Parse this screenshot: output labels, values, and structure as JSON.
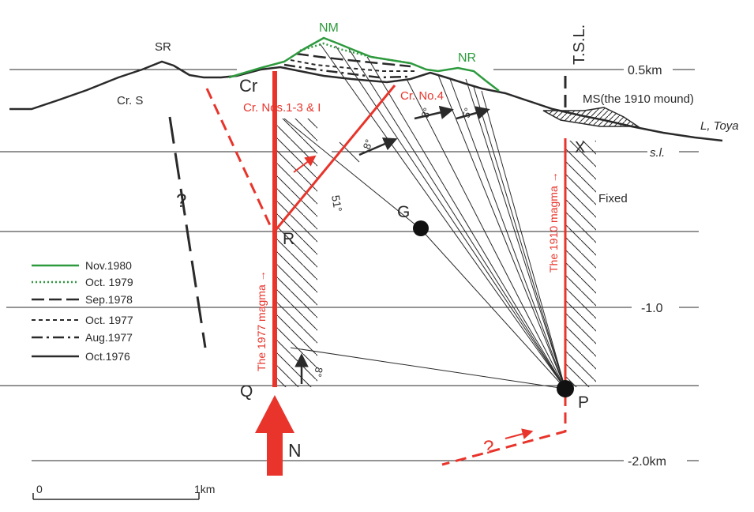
{
  "colors": {
    "ink": "#2a2a2a",
    "red": "#e8342b",
    "green": "#2e9a3e"
  },
  "labels": {
    "sr": "SR",
    "nm": "NM",
    "nr": "NR",
    "tsl": "T.S.L.",
    "cr": "Cr",
    "crs": "Cr. S",
    "cr_nos": "Cr. Nos.1-3 & I",
    "cr_no4": "Cr. No.4",
    "ms": "MS(the 1910 mound)",
    "toya": "L, Toya",
    "x": "X",
    "sl": "s.l.",
    "fixed": "Fixed",
    "question": "?",
    "question_lower": "?",
    "g": "G",
    "r": "R",
    "q": "Q",
    "p": "P",
    "n": "N",
    "magma_1977": "The 1977 magma →",
    "magma_1910": "The 1910 magma →"
  },
  "angles": {
    "a8_top_left": "8°",
    "a8_top_mid": "8°",
    "a5_top_right": "5°",
    "a8_center": "8°",
    "a51": "51°",
    "a8_bottom": "8°"
  },
  "depth_labels": {
    "d05": "0.5km",
    "d10": "-1.0",
    "d20": "-2.0km"
  },
  "legend": [
    {
      "label": "Nov.1980",
      "style": "green-solid"
    },
    {
      "label": "Oct. 1979",
      "style": "green-dotted"
    },
    {
      "label": "Sep.1978",
      "style": "long-dash"
    },
    {
      "label": "Oct. 1977",
      "style": "short-dash"
    },
    {
      "label": "Aug.1977",
      "style": "dash-dot"
    },
    {
      "label": "Oct.1976",
      "style": "solid"
    }
  ],
  "scale_bar": {
    "start": "0",
    "end": "1km"
  }
}
